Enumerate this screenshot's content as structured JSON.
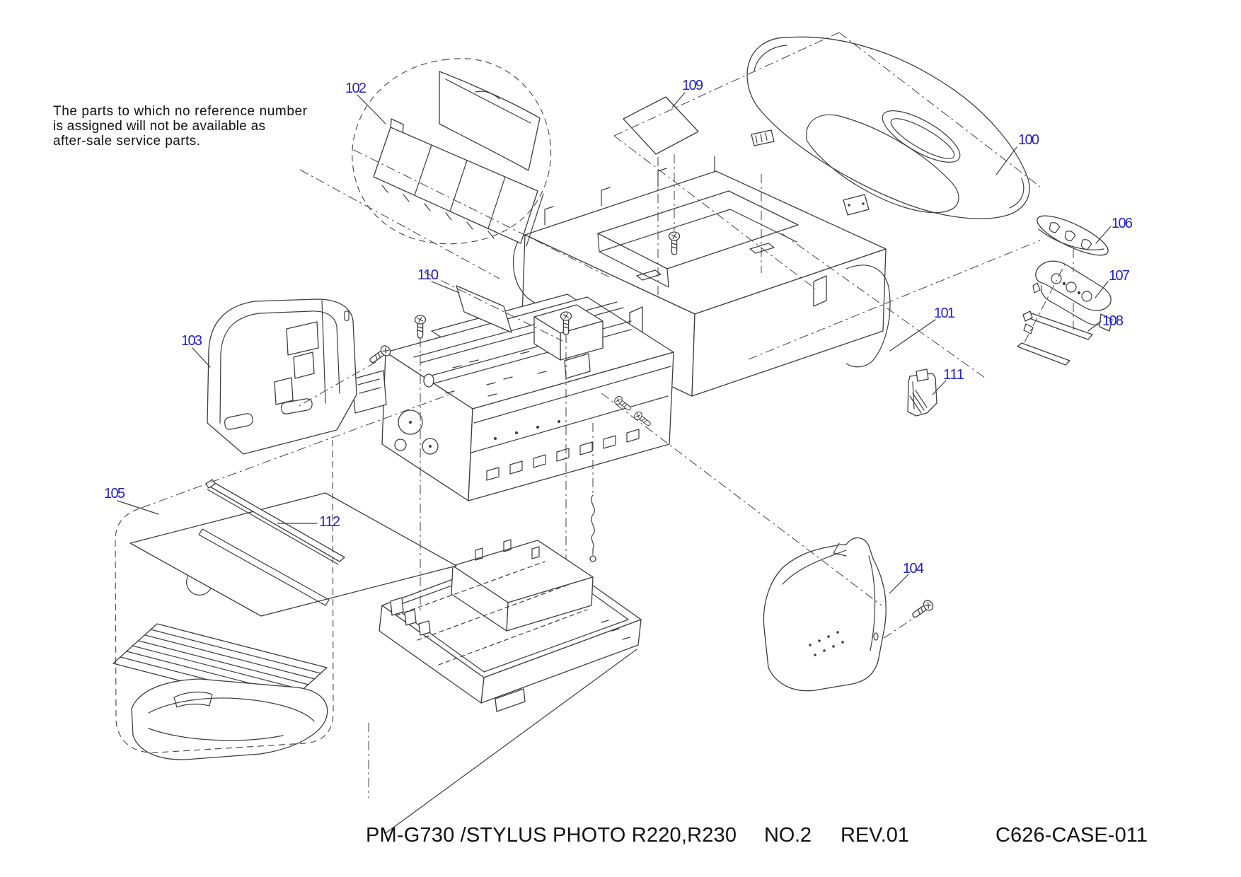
{
  "colors": {
    "label_blue": "#2222CC",
    "line_ink": "#3d3d3d"
  },
  "note_lines": [
    "The parts to which no reference number",
    "is assigned will not be available as",
    "after-sale service parts."
  ],
  "footer": {
    "model": "PM-G730 /STYLUS PHOTO R220,R230",
    "sheet": "NO.2",
    "revision": "REV.01",
    "code": "C626-CASE-011"
  },
  "parts": {
    "p100": "100",
    "p101": "101",
    "p102": "102",
    "p103": "103",
    "p104": "104",
    "p105": "105",
    "p106": "106",
    "p107": "107",
    "p108": "108",
    "p109": "109",
    "p110": "110",
    "p111": "111",
    "p112": "112"
  }
}
